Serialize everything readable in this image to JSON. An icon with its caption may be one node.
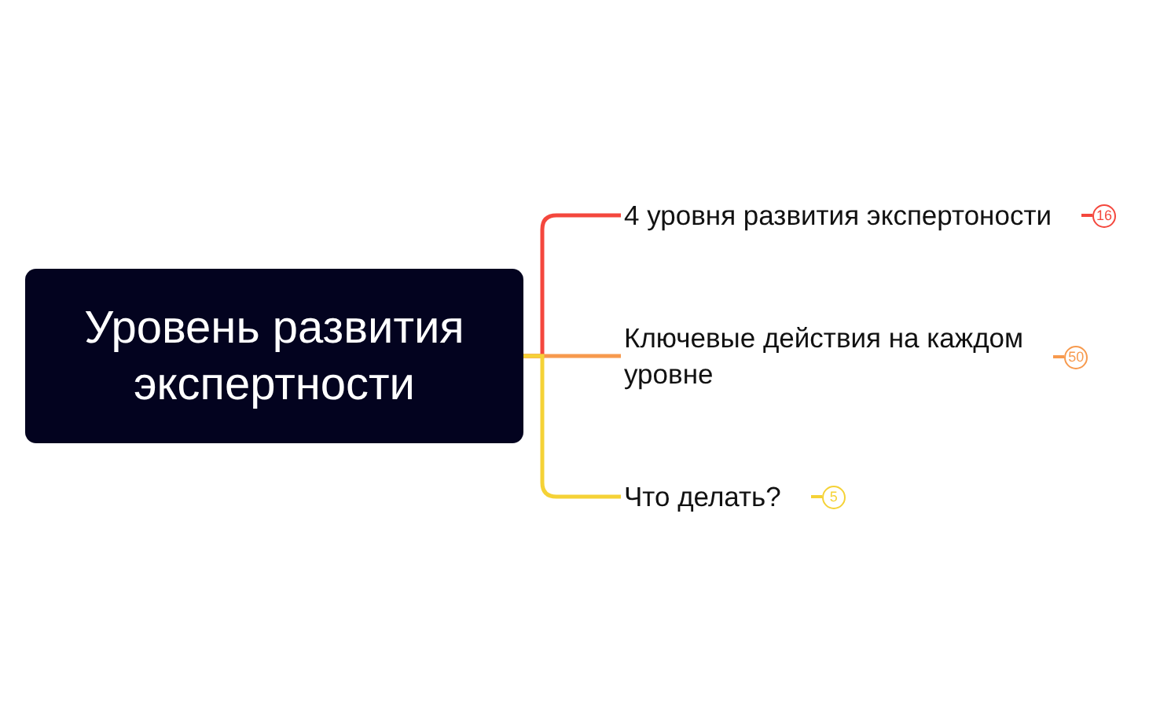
{
  "diagram": {
    "nodes": [
      {
        "text": [
          "Уровень развития экспертности"
        ]
      },
      {
        "text": [
          "4 уровня развития экспертоности"
        ],
        "beside": [
          "16"
        ]
      },
      {
        "text": [
          "Ключевые действия на каждом уровне"
        ],
        "beside": [
          "50"
        ]
      },
      {
        "text": [
          "Что делать?"
        ],
        "beside": [
          "5"
        ]
      }
    ],
    "edges": [
      {
        "from": 0,
        "to": 1,
        "arrow": "none",
        "color": "#f4473d"
      },
      {
        "from": 0,
        "to": 2,
        "arrow": "none",
        "color": "#f79a4e"
      },
      {
        "from": 0,
        "to": 3,
        "arrow": "none",
        "color": "#f5d236"
      }
    ]
  }
}
